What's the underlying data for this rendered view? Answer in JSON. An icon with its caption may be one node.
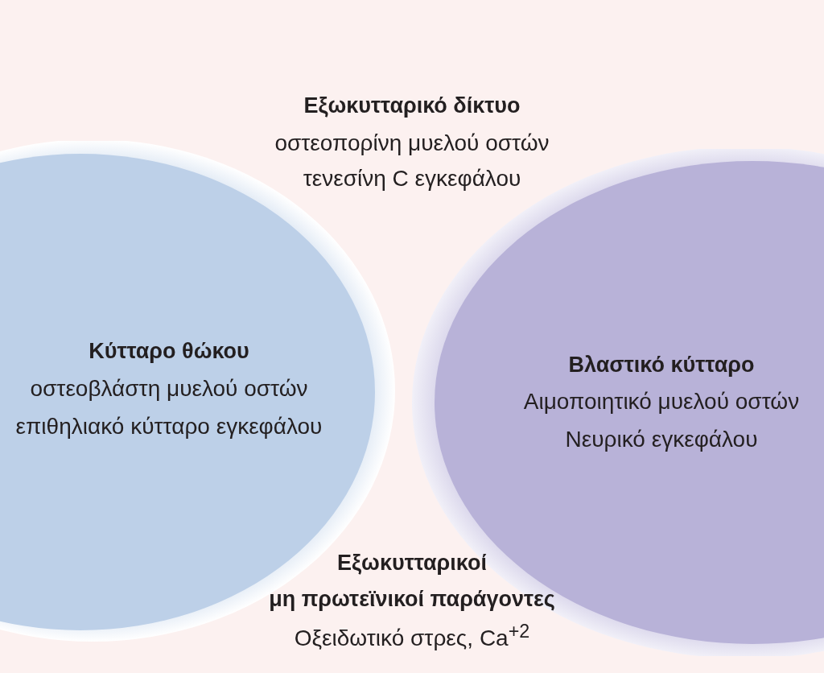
{
  "diagram": {
    "nodes": [
      {
        "text": [
          "Κύτταρο θώκου",
          "οστεοβλάστη μυελού οστών",
          "επιθηλιακό κύτταρο εγκεφάλου"
        ]
      },
      {
        "text": [
          "Βλαστικό κύτταρο",
          "Αιμοποιητικό μυελού οστών",
          "Νευρικό εγκεφάλου"
        ]
      }
    ],
    "labels": [
      "Εξωκυτταρικό δίκτυο",
      "οστεοπορίνη μυελού οστών",
      "τενεσίνη C εγκεφάλου",
      "Εξωκυτταρικοί μη πρωτεϊνικοί παράγοντες",
      "Οξειδωτικό στρες, Ca$^{+2}$"
    ]
  }
}
